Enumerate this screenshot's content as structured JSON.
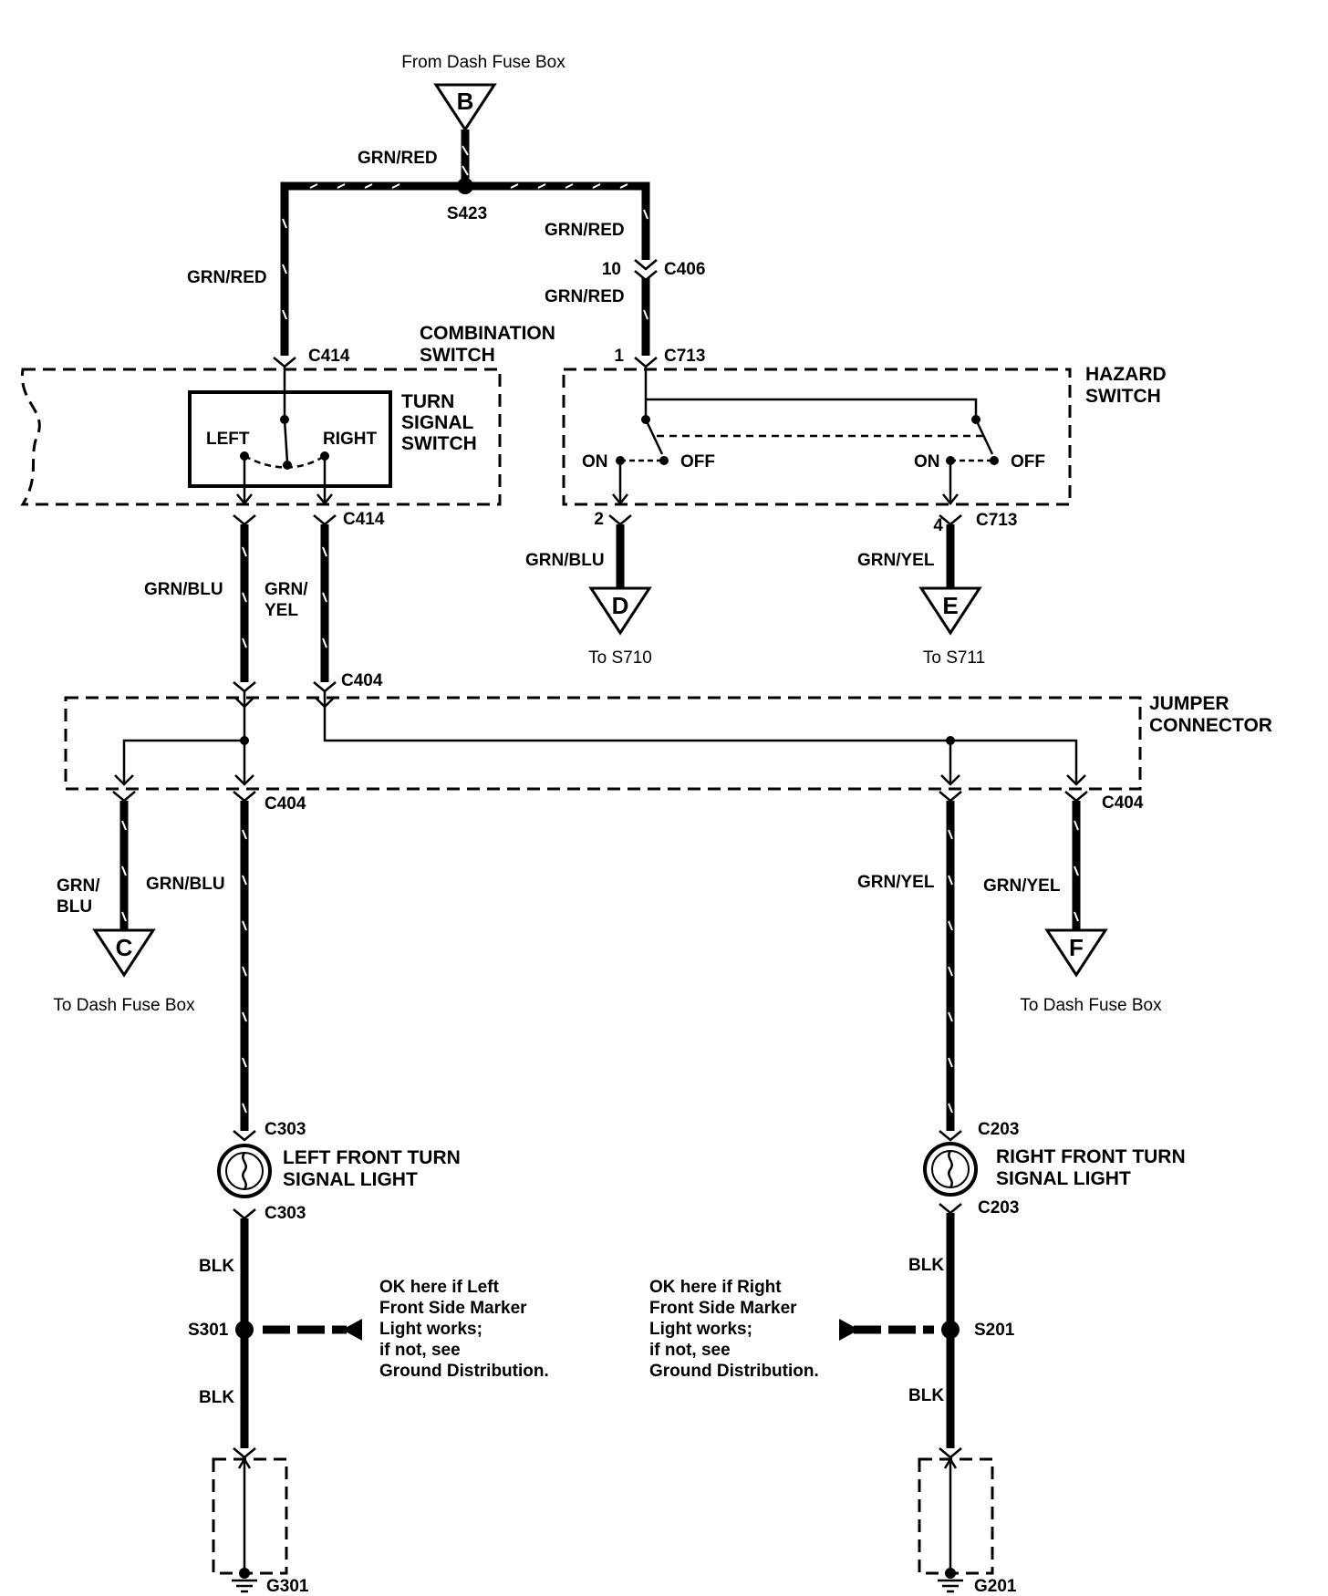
{
  "terminals": {
    "B": {
      "letter": "B",
      "top_label": "From Dash Fuse Box"
    },
    "C": {
      "letter": "C",
      "bottom_label": "To Dash Fuse Box"
    },
    "D": {
      "letter": "D",
      "bottom_label": "To S710"
    },
    "E": {
      "letter": "E",
      "bottom_label": "To S711"
    },
    "F": {
      "letter": "F",
      "bottom_label": "To Dash Fuse Box"
    }
  },
  "wire_labels": {
    "grn_red_top": "GRN/RED",
    "grn_red_left": "GRN/RED",
    "grn_red_right_upper": "GRN/RED",
    "grn_red_right_lower": "GRN/RED",
    "grn_blu_left_mid": "GRN/BLU",
    "grn_yel_left_mid_1": "GRN/",
    "grn_yel_left_mid_2": "YEL",
    "grn_blu_d": "GRN/BLU",
    "grn_yel_e": "GRN/YEL",
    "grn_blu_c_1": "GRN/",
    "grn_blu_c_2": "BLU",
    "grn_blu_lower": "GRN/BLU",
    "grn_yel_lower": "GRN/YEL",
    "grn_yel_f": "GRN/YEL",
    "blk_l1": "BLK",
    "blk_l2": "BLK",
    "blk_r1": "BLK",
    "blk_r2": "BLK"
  },
  "connectors": {
    "s423": "S423",
    "c406": "C406",
    "c406_pin": "10",
    "c414_top": "C414",
    "c713_top": "C713",
    "c713_top_pin": "1",
    "c414_bottom": "C414",
    "c713_b": "C713",
    "c713_pin2": "2",
    "c713_pin4": "4",
    "c404_top": "C404",
    "c404_left": "C404",
    "c404_right": "C404",
    "c303_top": "C303",
    "c303_bottom": "C303",
    "c203_top": "C203",
    "c203_bottom": "C203",
    "s301": "S301",
    "s201": "S201",
    "g301": "G301",
    "g201": "G201"
  },
  "components": {
    "combination_switch_1": "COMBINATION",
    "combination_switch_2": "SWITCH",
    "turn_signal_1": "TURN",
    "turn_signal_2": "SIGNAL",
    "turn_signal_3": "SWITCH",
    "left": "LEFT",
    "right": "RIGHT",
    "hazard_1": "HAZARD",
    "hazard_2": "SWITCH",
    "on_1": "ON",
    "off_1": "OFF",
    "on_2": "ON",
    "off_2": "OFF",
    "jumper_1": "JUMPER",
    "jumper_2": "CONNECTOR",
    "left_light_1": "LEFT FRONT TURN",
    "left_light_2": "SIGNAL LIGHT",
    "right_light_1": "RIGHT FRONT TURN",
    "right_light_2": "SIGNAL LIGHT"
  },
  "notes": {
    "left": [
      "OK here if Left",
      "Front Side Marker",
      "Light works;",
      "if not, see",
      "Ground Distribution."
    ],
    "right": [
      "OK here if Right",
      "Front Side Marker",
      "Light works;",
      "if not, see",
      "Ground Distribution."
    ]
  }
}
